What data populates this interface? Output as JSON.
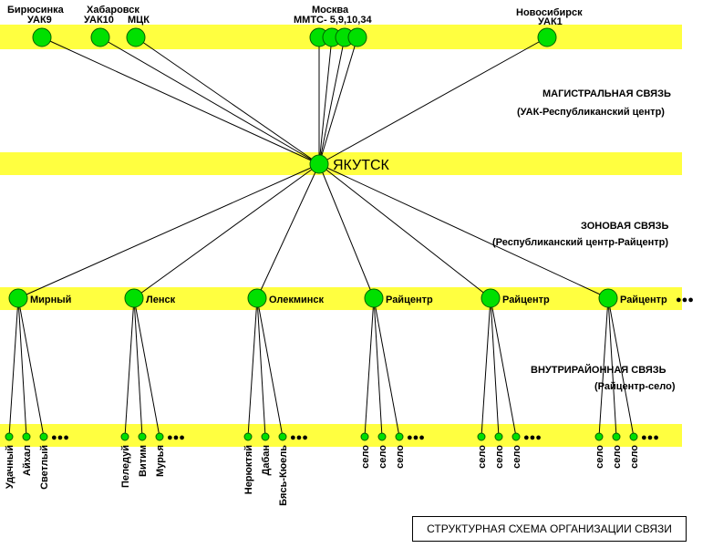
{
  "colors": {
    "band": "#ffff40",
    "node": "#00e000",
    "node_stroke": "#006000",
    "line": "#000000"
  },
  "top_nodes": [
    {
      "id": "biryusinka",
      "city": "Бирюсинка",
      "code": "УАК9"
    },
    {
      "id": "khabarovsk",
      "city": "Хабаровск",
      "code": "УАК10"
    },
    {
      "id": "mck",
      "city": "",
      "code": "МЦК"
    },
    {
      "id": "moscow",
      "city": "Москва",
      "code": "ММТС- 5,9,10,34"
    },
    {
      "id": "novosibirsk",
      "city": "Новосибирск",
      "code": "УАК1"
    }
  ],
  "center": {
    "label": "ЯКУТСК"
  },
  "labels": {
    "trunk_title": "МАГИСТРАЛЬНАЯ СВЯЗЬ",
    "trunk_sub": "(УАК-Республиканский центр)",
    "zone_title": "ЗОНОВАЯ СВЯЗЬ",
    "zone_sub": "(Республиканский центр-Райцентр)",
    "intra_title": "ВНУТРИРАЙОННАЯ СВЯЗЬ",
    "intra_sub": "(Райцентр-село)",
    "caption": "СТРУКТУРНАЯ СХЕМА ОРГАНИЗАЦИИ СВЯЗИ",
    "more": "●●●"
  },
  "districts": [
    {
      "name": "Мирный",
      "villages": [
        "Удачный",
        "Айхал",
        "Светлый"
      ]
    },
    {
      "name": "Ленск",
      "villages": [
        "Пеледуй",
        "Витим",
        "Мурья"
      ]
    },
    {
      "name": "Олекминск",
      "villages": [
        "Нерюктяй",
        "Дабан",
        "Бясь-Кюель"
      ]
    },
    {
      "name": "Райцентр",
      "villages": [
        "село",
        "село",
        "село"
      ]
    },
    {
      "name": "Райцентр",
      "villages": [
        "село",
        "село",
        "село"
      ]
    },
    {
      "name": "Райцентр",
      "villages": [
        "село",
        "село",
        "село"
      ]
    }
  ]
}
